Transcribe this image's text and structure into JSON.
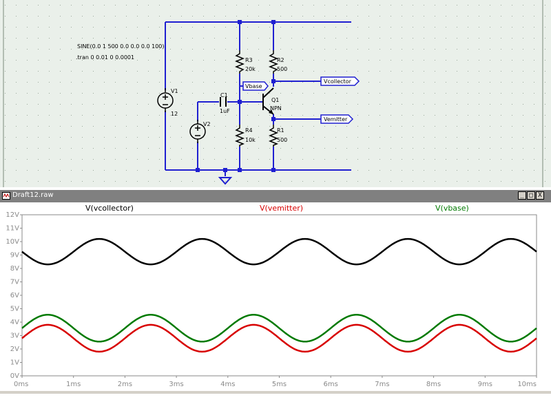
{
  "schematic": {
    "labels": {
      "sine": "SINE(0.0 1 500 0.0 0.0 0.0 100)",
      "tran": ".tran 0 0.01 0 0.0001",
      "v1": "V1",
      "v1_value": "12",
      "v2": "V2",
      "c1": "C1",
      "c1_value": "1uF",
      "r3": "R3",
      "r3_value": "20k",
      "r2": "R2",
      "r2_value": "500",
      "r4": "R4",
      "r4_value": "10k",
      "r1": "R1",
      "r1_value": "500",
      "q1": "Q1",
      "q1_type": "NPN",
      "vbase": "Vbase",
      "vcollector": "Vcollector",
      "vemitter": "Vemitter"
    },
    "colors": {
      "wire": "#1f1fd1",
      "component": "#000000",
      "background": "#eaf0ea",
      "grid": "#9aa89a"
    }
  },
  "plot_window": {
    "title": "Draft12.raw",
    "buttons": {
      "minimize": "_",
      "restore": "□",
      "close": "X"
    },
    "icons": {
      "window": "waveform-window-icon"
    }
  },
  "chart_data": {
    "type": "line",
    "x_unit": "ms",
    "xlim": [
      0,
      10
    ],
    "ylim": [
      0,
      12
    ],
    "x_ticks": [
      "0ms",
      "1ms",
      "2ms",
      "3ms",
      "4ms",
      "5ms",
      "6ms",
      "7ms",
      "8ms",
      "9ms",
      "10ms"
    ],
    "y_ticks": [
      "0V",
      "1V",
      "2V",
      "3V",
      "4V",
      "5V",
      "6V",
      "7V",
      "8V",
      "9V",
      "10V",
      "11V",
      "12V"
    ],
    "grid": false,
    "legend_placement": "top",
    "frequency_hz": 500,
    "series": [
      {
        "name": "V(vcollector)",
        "color": "#000000",
        "offset": 9.25,
        "amplitude": 0.95,
        "phase_sign": -1
      },
      {
        "name": "V(vemitter)",
        "color": "#d80000",
        "offset": 2.8,
        "amplitude": 1.0,
        "phase_sign": 1
      },
      {
        "name": "V(vbase)",
        "color": "#007a00",
        "offset": 3.55,
        "amplitude": 1.0,
        "phase_sign": 1
      }
    ]
  }
}
